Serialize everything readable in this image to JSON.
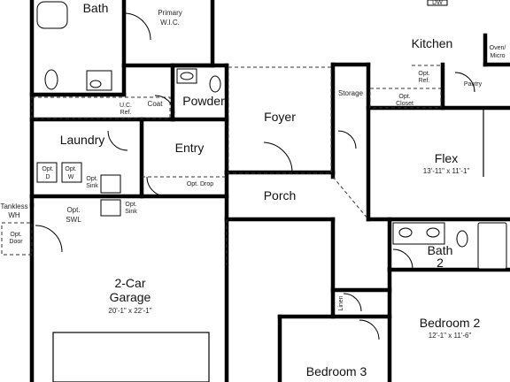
{
  "rooms": {
    "bath": "Bath",
    "primary_wic": [
      "Primary",
      "W.I.C."
    ],
    "kitchen": "Kitchen",
    "dw": "DW",
    "oven_micro": [
      "Oven/",
      "Micro"
    ],
    "opt_ref": [
      "Opt.",
      "Ref."
    ],
    "pantry": "Pantry",
    "storage": "Storage",
    "opt_closet": [
      "Opt.",
      "Closet"
    ],
    "powder": "Powder",
    "coat": "Coat",
    "uc_ref": [
      "U.C.",
      "Ref."
    ],
    "foyer": "Foyer",
    "laundry": "Laundry",
    "entry": "Entry",
    "opt_d": [
      "Opt.",
      "D"
    ],
    "opt_w": [
      "Opt.",
      "W"
    ],
    "opt_sink_laundry": [
      "Opt.",
      "Sink"
    ],
    "opt_drop": "Opt. Drop",
    "flex": "Flex",
    "flex_dim": "13'-11\" x 11'-1\"",
    "porch": "Porch",
    "tankless_wh": [
      "Tankless",
      "WH"
    ],
    "opt_swl": [
      "Opt.",
      "SWL"
    ],
    "opt_sink_garage": [
      "Opt.",
      "Sink"
    ],
    "opt_door": [
      "Opt.",
      "Door"
    ],
    "bath2": [
      "Bath",
      "2"
    ],
    "garage": [
      "2-Car",
      "Garage"
    ],
    "garage_dim": "20'-1\" x 22'-1\"",
    "linen": "Linen",
    "bedroom2": "Bedroom 2",
    "bedroom2_dim": "12'-1\" x 11'-6\"",
    "bedroom3": "Bedroom 3"
  }
}
